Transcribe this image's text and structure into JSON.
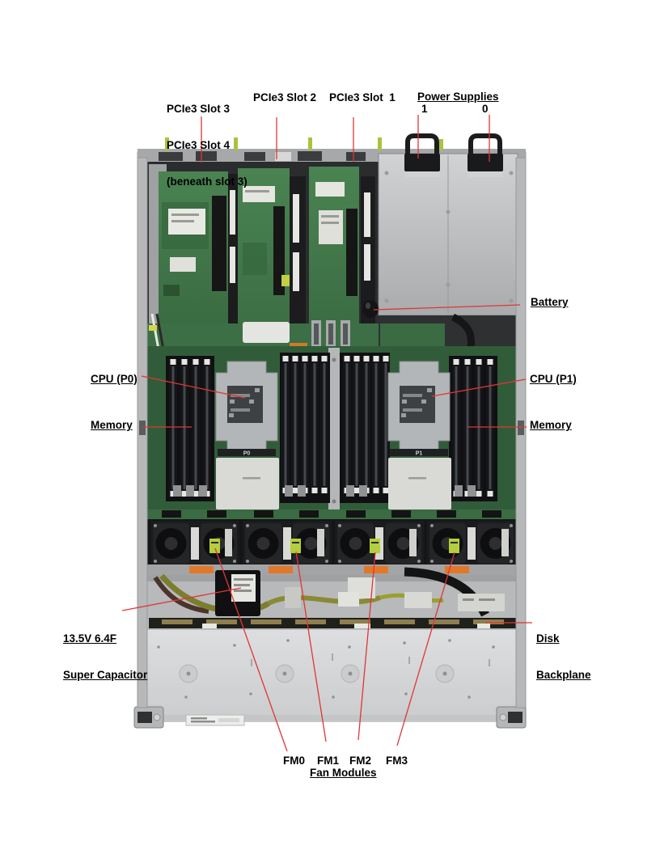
{
  "colors": {
    "callout_line": "#e03535",
    "label_text": "#000000",
    "pcb_green": "#417a48",
    "chassis_gray": "#c7c8ca"
  },
  "labels": {
    "pcie_slot34": {
      "lines": [
        "PCIe3 Slot 3",
        "PCIe3 Slot 4",
        "(beneath slot 3)"
      ]
    },
    "pcie_slot2": "PCIe3 Slot 2",
    "pcie_slot1": "PCIe3 Slot  1",
    "power_supplies": {
      "title": "Power Supplies",
      "psu1": "1",
      "psu0": "0"
    },
    "battery": "Battery",
    "cpu_p0": "CPU (P0)",
    "cpu_p1": "CPU (P1)",
    "memory_left": "Memory",
    "memory_right": "Memory",
    "super_capacitor": {
      "lines": [
        "13.5V 6.4F",
        "Super Capacitor"
      ]
    },
    "disk_backplane": {
      "lines": [
        "Disk",
        "Backplane"
      ]
    },
    "fan_modules": {
      "fm0": "FM0",
      "fm1": "FM1",
      "fm2": "FM2",
      "fm3": "FM3",
      "title": "Fan Modules"
    }
  },
  "photo": {
    "cpu0_tag": "P0",
    "cpu1_tag": "P1"
  }
}
